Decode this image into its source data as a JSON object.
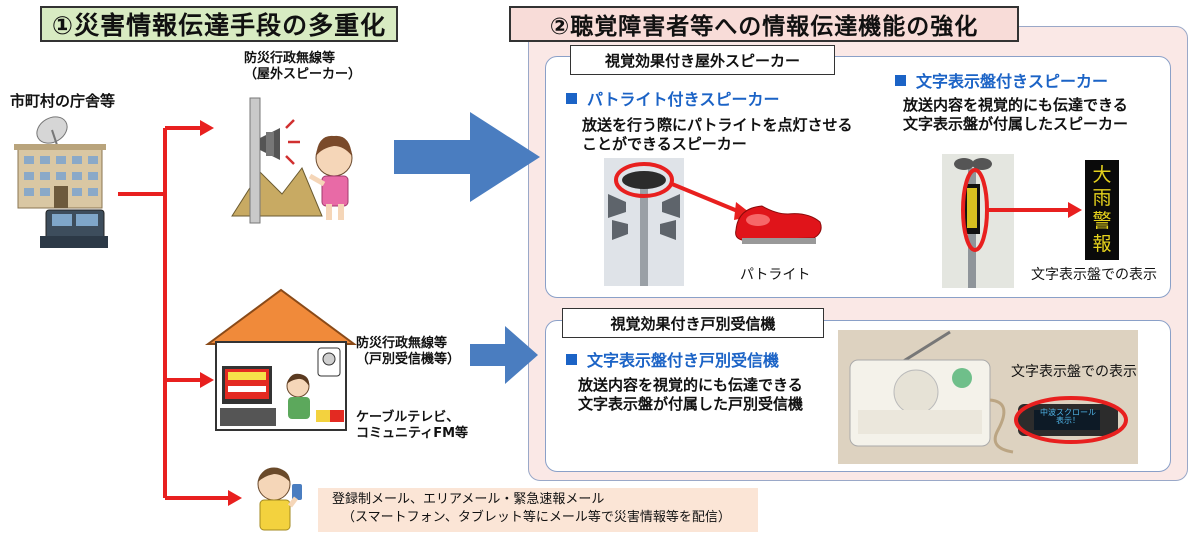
{
  "titles": {
    "left": "①災害情報伝達手段の多重化",
    "right": "②聴覚障害者等への情報伝達機能の強化"
  },
  "left_side": {
    "municipality": "市町村の庁舎等",
    "outdoor_speaker": [
      "防災行政無線等",
      "（屋外スピーカー）"
    ],
    "household_receiver": [
      "防災行政無線等",
      "（戸別受信機等）"
    ],
    "cable": [
      "ケーブルテレビ、",
      "コミュニティFM等"
    ],
    "mail": [
      "登録制メール、エリアメール・緊急速報メール",
      "（スマートフォン、タブレット等にメール等で災害情報等を配信）"
    ]
  },
  "panel_outdoor": {
    "title": "視覚効果付き屋外スピーカー",
    "patlite": {
      "heading": "パトライト付きスピーカー",
      "desc": [
        "放送を行う際にパトライトを点灯させる",
        "ことができるスピーカー"
      ],
      "caption": "パトライト"
    },
    "display_speaker": {
      "heading": "文字表示盤付きスピーカー",
      "desc": [
        "放送内容を視覚的にも伝達できる",
        "文字表示盤が付属したスピーカー"
      ],
      "sign_chars": [
        "大",
        "雨",
        "警",
        "報"
      ],
      "caption": "文字表示盤での表示"
    }
  },
  "panel_household": {
    "title": "視覚効果付き戸別受信機",
    "heading": "文字表示盤付き戸別受信機",
    "desc": [
      "放送内容を視覚的にも伝達できる",
      "文字表示盤が付属した戸別受信機"
    ],
    "caption": "文字表示盤での表示",
    "screen_text": [
      "中波スクロール",
      "表示！"
    ]
  },
  "colors": {
    "arrow_red": "#e8201f",
    "arrow_blue": "#4a7dc0",
    "heading_blue": "#1b63c6",
    "left_title_bg": "#d8ebc2",
    "right_title_bg": "#f8dcd8"
  }
}
